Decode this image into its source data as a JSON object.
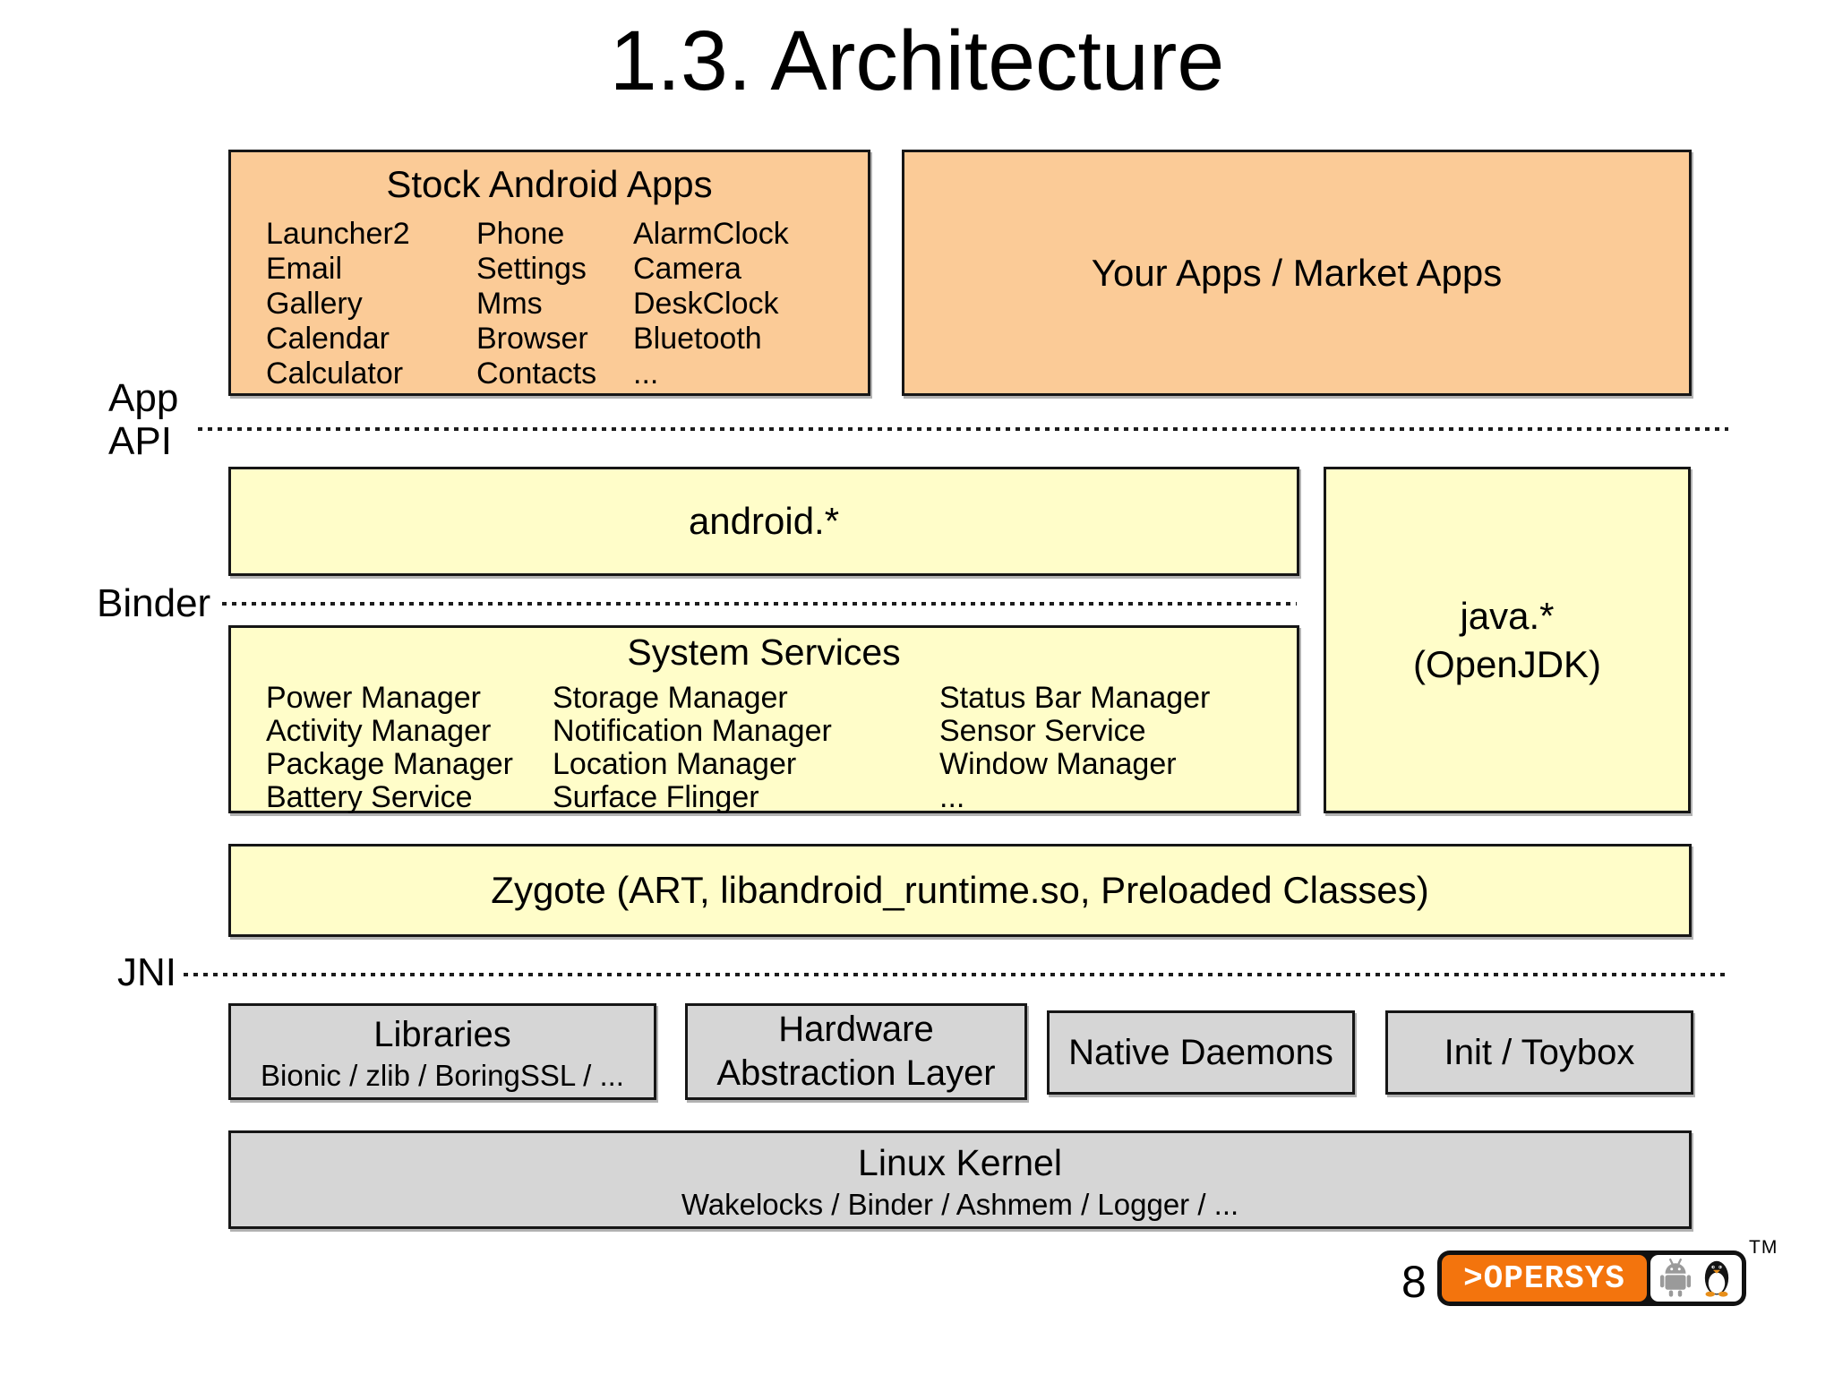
{
  "title": "1.3. Architecture",
  "labels": {
    "app_api": {
      "line1": "App",
      "line2": "API"
    },
    "binder": "Binder",
    "jni": "JNI"
  },
  "boxes": {
    "stock_apps": {
      "title": "Stock Android Apps",
      "columns": [
        [
          "Launcher2",
          "Email",
          "Gallery",
          "Calendar",
          "Calculator"
        ],
        [
          "Phone",
          "Settings",
          "Mms",
          "Browser",
          "Contacts"
        ],
        [
          "AlarmClock",
          "Camera",
          "DeskClock",
          "Bluetooth",
          "..."
        ]
      ]
    },
    "your_apps": {
      "title": "Your Apps / Market Apps"
    },
    "android_api": {
      "title": "android.*"
    },
    "java_api": {
      "line1": "java.*",
      "line2": "(OpenJDK)"
    },
    "system_services": {
      "title": "System Services",
      "columns": [
        [
          "Power Manager",
          "Activity Manager",
          "Package Manager",
          "Battery Service"
        ],
        [
          "Storage Manager",
          "Notification Manager",
          "Location Manager",
          "Surface Flinger"
        ],
        [
          "Status Bar Manager",
          "Sensor Service",
          "Window Manager",
          "..."
        ]
      ]
    },
    "zygote": {
      "title": "Zygote (ART, libandroid_runtime.so, Preloaded Classes)"
    },
    "libraries": {
      "title": "Libraries",
      "subtitle": "Bionic / zlib / BoringSSL / ..."
    },
    "hal": {
      "line1": "Hardware",
      "line2": "Abstraction Layer"
    },
    "native_daemons": {
      "title": "Native Daemons"
    },
    "init_toybox": {
      "title": "Init / Toybox"
    },
    "linux_kernel": {
      "title": "Linux Kernel",
      "subtitle": "Wakelocks / Binder / Ashmem / Logger / ..."
    }
  },
  "footer": {
    "page_number": "8",
    "logo": {
      "text": ">OPERSYS",
      "tm": "TM"
    }
  },
  "colors": {
    "app_layer": "#FBCB97",
    "framework_layer": "#FFFDC9",
    "native_layer": "#D6D6D6",
    "logo_orange": "#F3740D",
    "border": "#161616"
  }
}
